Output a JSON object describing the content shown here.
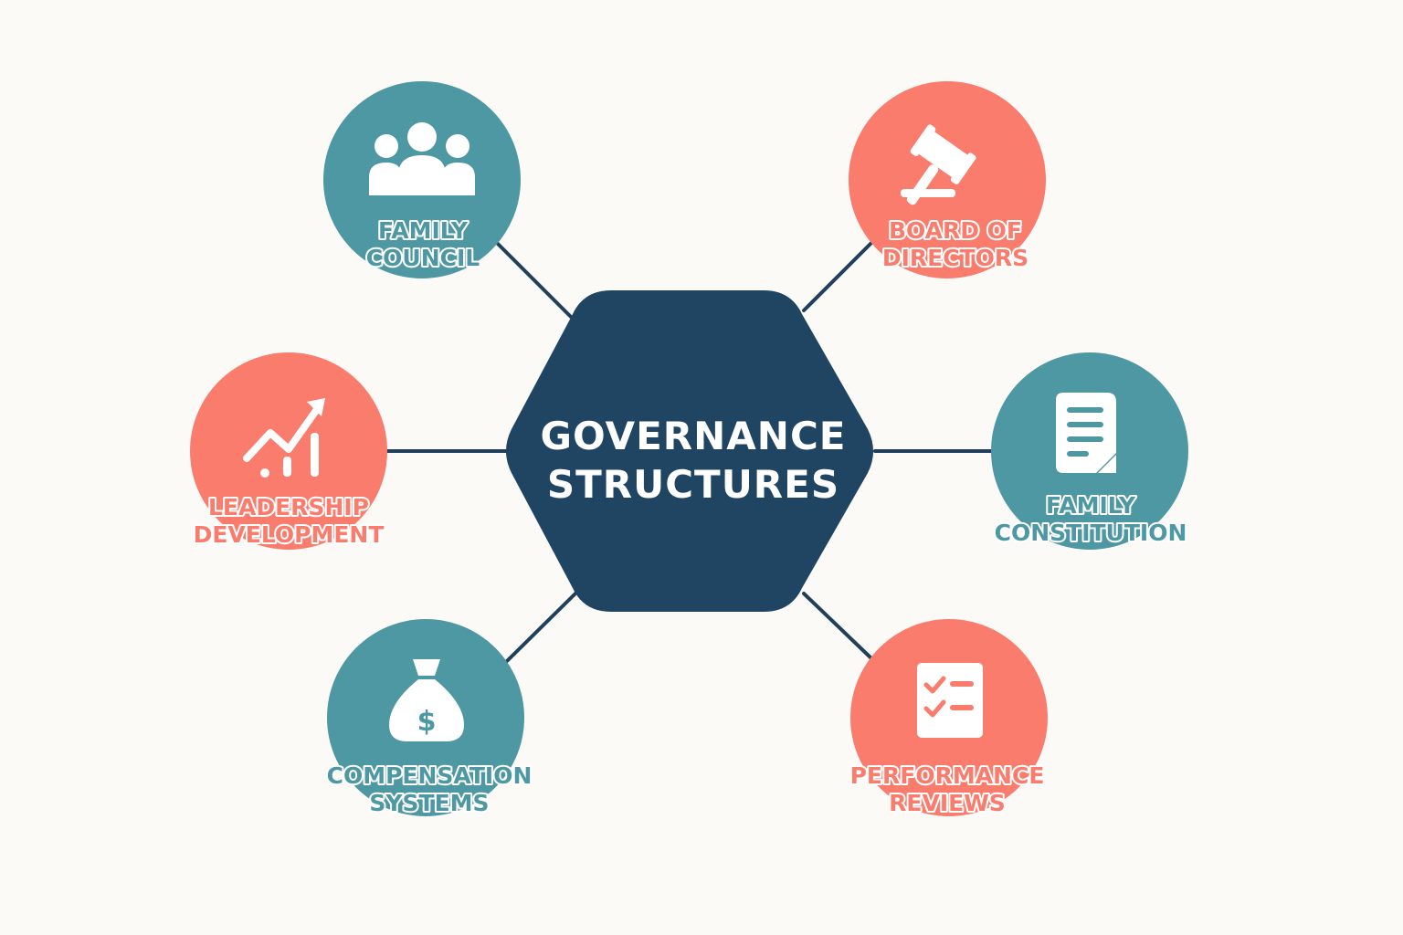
{
  "center": {
    "line1": "GOVERNANCE",
    "line2": "STRUCTURES",
    "color": "#1f4563"
  },
  "colors": {
    "teal": "#4e98a3",
    "coral": "#f97c6d",
    "connector": "#1f3f5b",
    "background": "#fbfaf7",
    "icon": "#ffffff"
  },
  "nodes": [
    {
      "id": "family-council",
      "icon": "people-icon",
      "color": "teal",
      "lines": [
        "FAMILY",
        "COUNCIL"
      ]
    },
    {
      "id": "board-of-directors",
      "icon": "gavel-icon",
      "color": "coral",
      "lines": [
        "BOARD OF",
        "DIRECTORS"
      ]
    },
    {
      "id": "leadership-development",
      "icon": "growth-chart-icon",
      "color": "coral",
      "lines": [
        "LEADERSHIP",
        "DEVELOPMENT"
      ]
    },
    {
      "id": "family-constitution",
      "icon": "document-icon",
      "color": "teal",
      "lines": [
        "FAMILY",
        "CONSTITUTION"
      ]
    },
    {
      "id": "compensation-systems",
      "icon": "money-bag-icon",
      "color": "teal",
      "lines": [
        "COMPENSATION",
        "SYSTEMS"
      ]
    },
    {
      "id": "performance-reviews",
      "icon": "checklist-icon",
      "color": "coral",
      "lines": [
        "PERFORMANCE",
        "REVIEWS"
      ]
    }
  ]
}
